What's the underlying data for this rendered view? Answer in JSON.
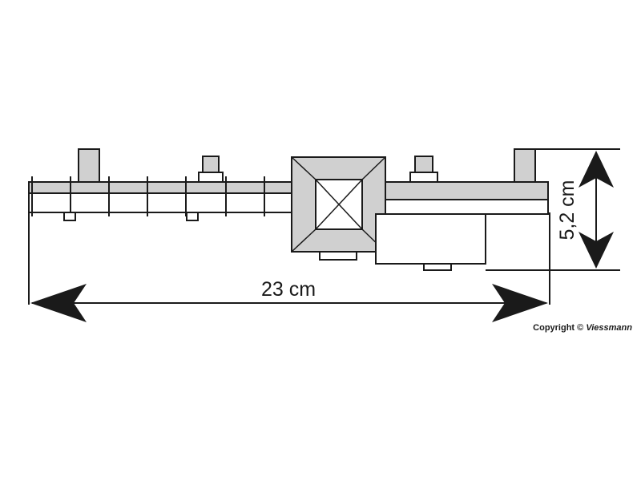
{
  "dimensions": {
    "length_label": "23 cm",
    "height_label": "5,2 cm"
  },
  "copyright": {
    "prefix": "Copyright © ",
    "brand": "Viessmann"
  },
  "colors": {
    "part_fill": "#d0d0d0",
    "line": "#1a1a1a",
    "background": "#ffffff"
  }
}
